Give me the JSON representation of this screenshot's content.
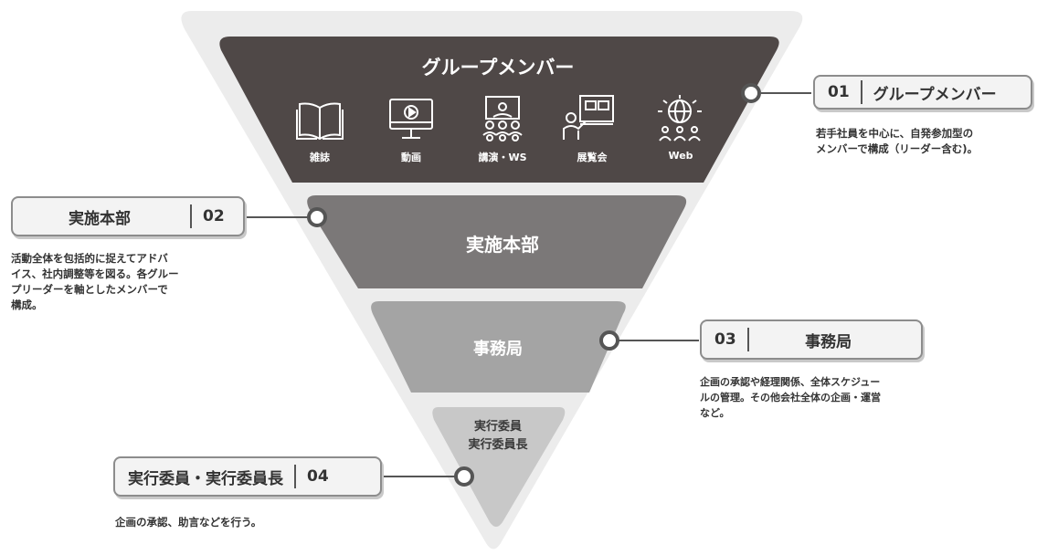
{
  "tiers": {
    "tier1": {
      "title": "グループメンバー"
    },
    "tier2": {
      "title": "実施本部"
    },
    "tier3": {
      "title": "事務局"
    },
    "tier4": {
      "line1": "実行委員",
      "line2": "実行委員長"
    }
  },
  "icons": [
    {
      "icon": "book-icon",
      "label": "雑誌"
    },
    {
      "icon": "video-monitor-icon",
      "label": "動画"
    },
    {
      "icon": "lecture-audience-icon",
      "label": "講演・WS"
    },
    {
      "icon": "exhibition-presenter-icon",
      "label": "展覧会"
    },
    {
      "icon": "globe-network-icon",
      "label": "Web"
    }
  ],
  "callouts": [
    {
      "number": "01",
      "name": "グループメンバー",
      "description": [
        "若手社員を中心に、自発参加型の",
        "メンバーで構成（リーダー含む)。"
      ]
    },
    {
      "number": "02",
      "name": "実施本部",
      "description": [
        "活動全体を包括的に捉えてアドバ",
        "イス、社内調整等を図る。各グルー",
        "プリーダーを軸としたメンバーで",
        "構成。"
      ]
    },
    {
      "number": "03",
      "name": "事務局",
      "description": [
        "企画の承認や経理関係、全体スケジュー",
        "ルの管理。その他会社全体の企画・運営",
        "など。"
      ]
    },
    {
      "number": "04",
      "name": "実行委員・実行委員長",
      "description": [
        "企画の承認、助言などを行う。"
      ]
    }
  ],
  "colors": {
    "outer_triangle": "#ececec",
    "tier1": "#4f4847",
    "tier2": "#7b7878",
    "tier3": "#a4a4a4",
    "tier4": "#c8c8c8",
    "connector": "#555555"
  }
}
